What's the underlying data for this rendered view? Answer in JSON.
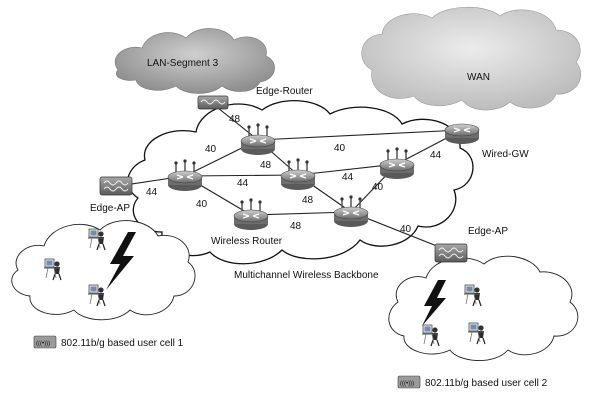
{
  "clouds": {
    "lan": "LAN-Segment 3",
    "wan": "WAN",
    "backbone": "Multichannel Wireless Backbone"
  },
  "devices": {
    "edge_router": "Edge-Router",
    "wired_gw": "Wired-GW",
    "edge_ap_left": "Edge-AP",
    "edge_ap_right": "Edge-AP",
    "wireless_router": "Wireless Router"
  },
  "links": {
    "er_r1": "48",
    "r1_gw": "40",
    "r1_left": "40",
    "r1_center": "48",
    "center_right": "44",
    "right_gw": "44",
    "left_center": "44",
    "center_mid": "48",
    "mid_right": "40",
    "ap_left": "44",
    "left_bottom": "40",
    "bottom_mid": "48",
    "mid_ap": "40"
  },
  "legend": {
    "cell1_icon": "(((•)))",
    "cell1": "802.11b/g based user cell 1",
    "cell2_icon": "(((•)))",
    "cell2": "802.11b/g based user cell 2"
  },
  "colors": {
    "cloud_gray": "#9a9a9a",
    "router_gray": "#8c8c8c",
    "line": "#222222"
  }
}
